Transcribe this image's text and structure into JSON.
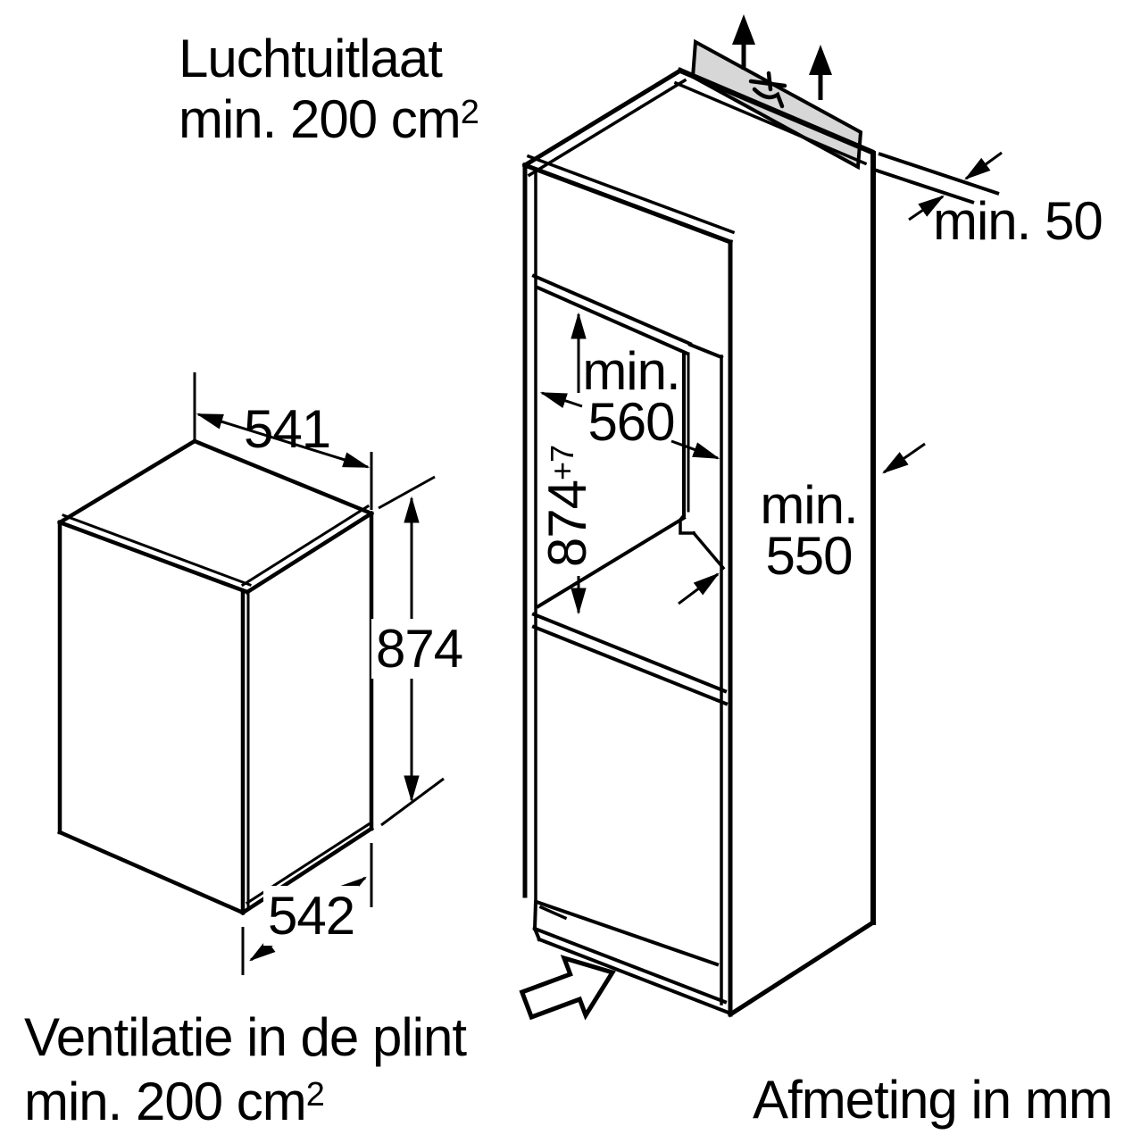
{
  "canvas": {
    "background": "#ffffff",
    "line_color": "#000000",
    "vent_panel_fill": "#d7d7d7"
  },
  "notes": {
    "air_outlet": {
      "line1": "Luchtuitlaat",
      "line2": "min. 200 cm",
      "sup": "2"
    },
    "plinth_vent": {
      "line1": "Ventilatie in de plint",
      "line2": "min. 200 cm",
      "sup": "2"
    },
    "units": "Afmeting in mm"
  },
  "dimensions": {
    "appliance_width_top": "541",
    "appliance_height": "874",
    "appliance_depth_bottom": "542",
    "rear_gap": "min. 50",
    "niche_width_line1": "min.",
    "niche_width_line2": "560",
    "niche_height_value": "874",
    "niche_height_tolerance": "+7",
    "niche_depth_line1": "min.",
    "niche_depth_line2": "550"
  }
}
